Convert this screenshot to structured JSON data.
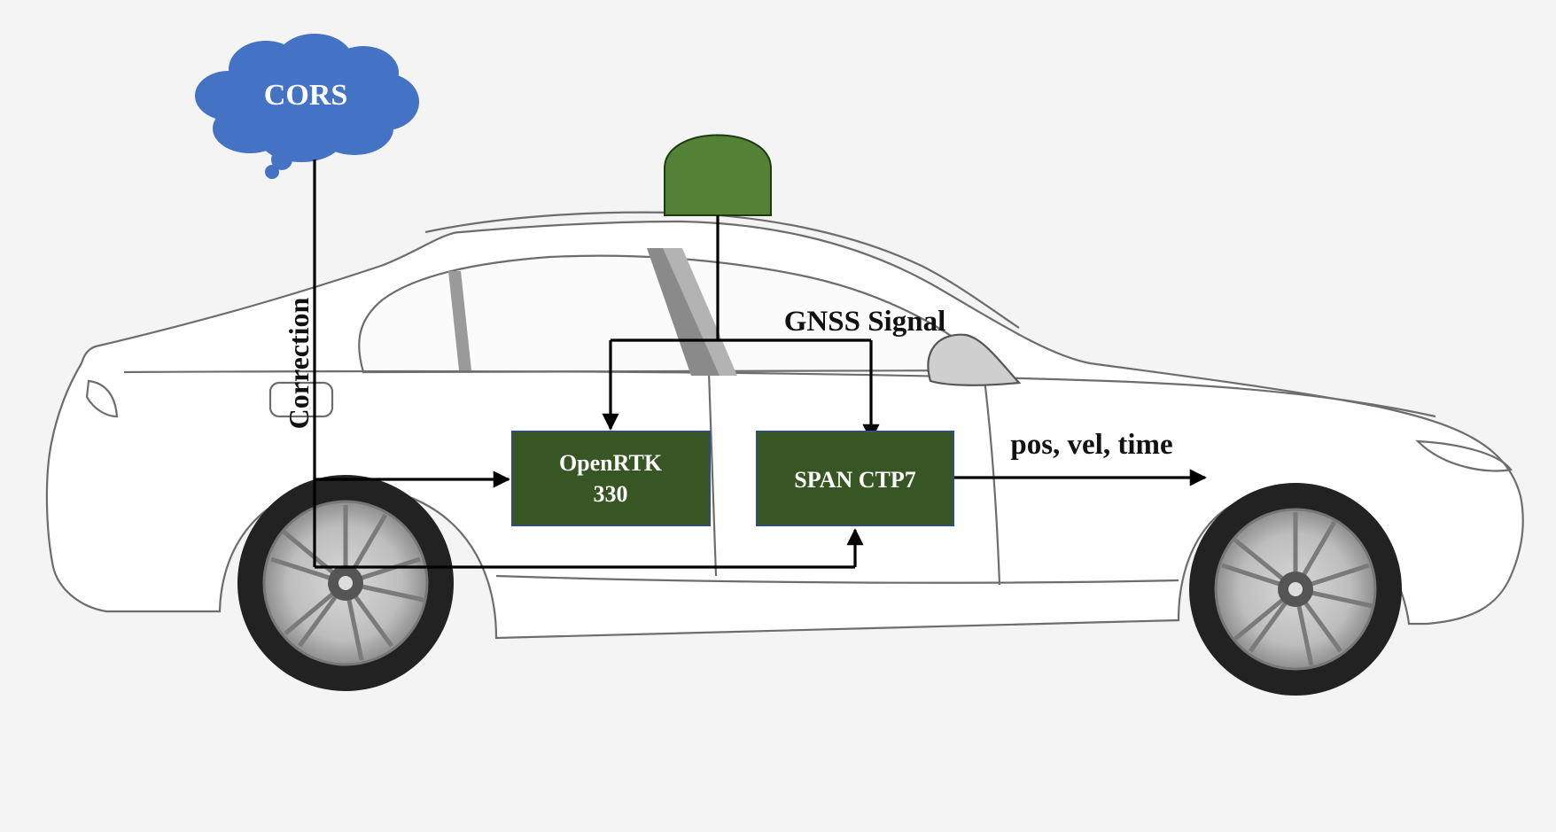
{
  "cloud": {
    "label": "CORS",
    "color": "#4472c4"
  },
  "antenna": {
    "color": "#538135"
  },
  "labels": {
    "gnss_signal": "GNSS Signal",
    "correction": "Correction",
    "output": "pos, vel, time"
  },
  "boxes": {
    "openrtk": {
      "line1": "OpenRTK",
      "line2": "330",
      "color": "#375623"
    },
    "span": {
      "label": "SPAN CTP7",
      "color": "#375623"
    }
  }
}
